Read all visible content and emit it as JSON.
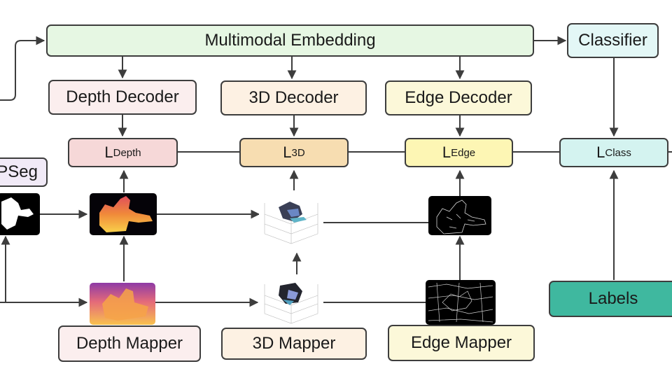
{
  "nodes": {
    "multimodal_embedding": "Multimodal Embedding",
    "classifier": "Classifier",
    "depth_decoder": "Depth Decoder",
    "decoder_3d": "3D Decoder",
    "edge_decoder": "Edge Decoder",
    "loss_depth": {
      "symbol": "L",
      "sub": "Depth"
    },
    "loss_3d": {
      "symbol": "L",
      "sub": "3D"
    },
    "loss_edge": {
      "symbol": "L",
      "sub": "Edge"
    },
    "loss_class": {
      "symbol": "L",
      "sub": "Class"
    },
    "clipseg_partial": "PSeg",
    "labels": "Labels",
    "depth_mapper": "Depth Mapper",
    "mapper_3d": "3D Mapper",
    "edge_mapper": "Edge Mapper"
  },
  "colors": {
    "embedding_fill": "#e6f7e3",
    "classifier_fill": "#e3f7f6",
    "depth_fill": "#fbeeee",
    "d3_fill": "#fdf1e3",
    "edge_fill": "#fcf8d9",
    "loss_depth_fill": "#f6d8d8",
    "loss_3d_fill": "#f7ddb1",
    "loss_edge_fill": "#fdf6b4",
    "loss_class_fill": "#d4f3f0",
    "seg_fill": "#f1eaf7",
    "labels_fill": "#3fb89f",
    "line": "#3d3d3d"
  }
}
